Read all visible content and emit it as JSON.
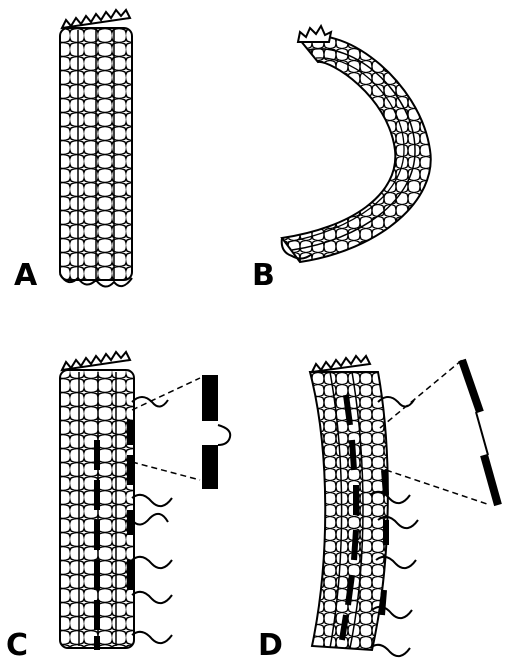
{
  "figure": {
    "panels": [
      {
        "id": "A",
        "label": "A",
        "shape": "straight-tube"
      },
      {
        "id": "B",
        "label": "B",
        "shape": "curved-tube"
      },
      {
        "id": "C",
        "label": "C",
        "shape": "straight-tube-with-bound-linker"
      },
      {
        "id": "D",
        "label": "D",
        "shape": "bent-tube-with-bound-linker"
      }
    ],
    "colors": {
      "ink": "#000000",
      "background": "#ffffff"
    }
  }
}
